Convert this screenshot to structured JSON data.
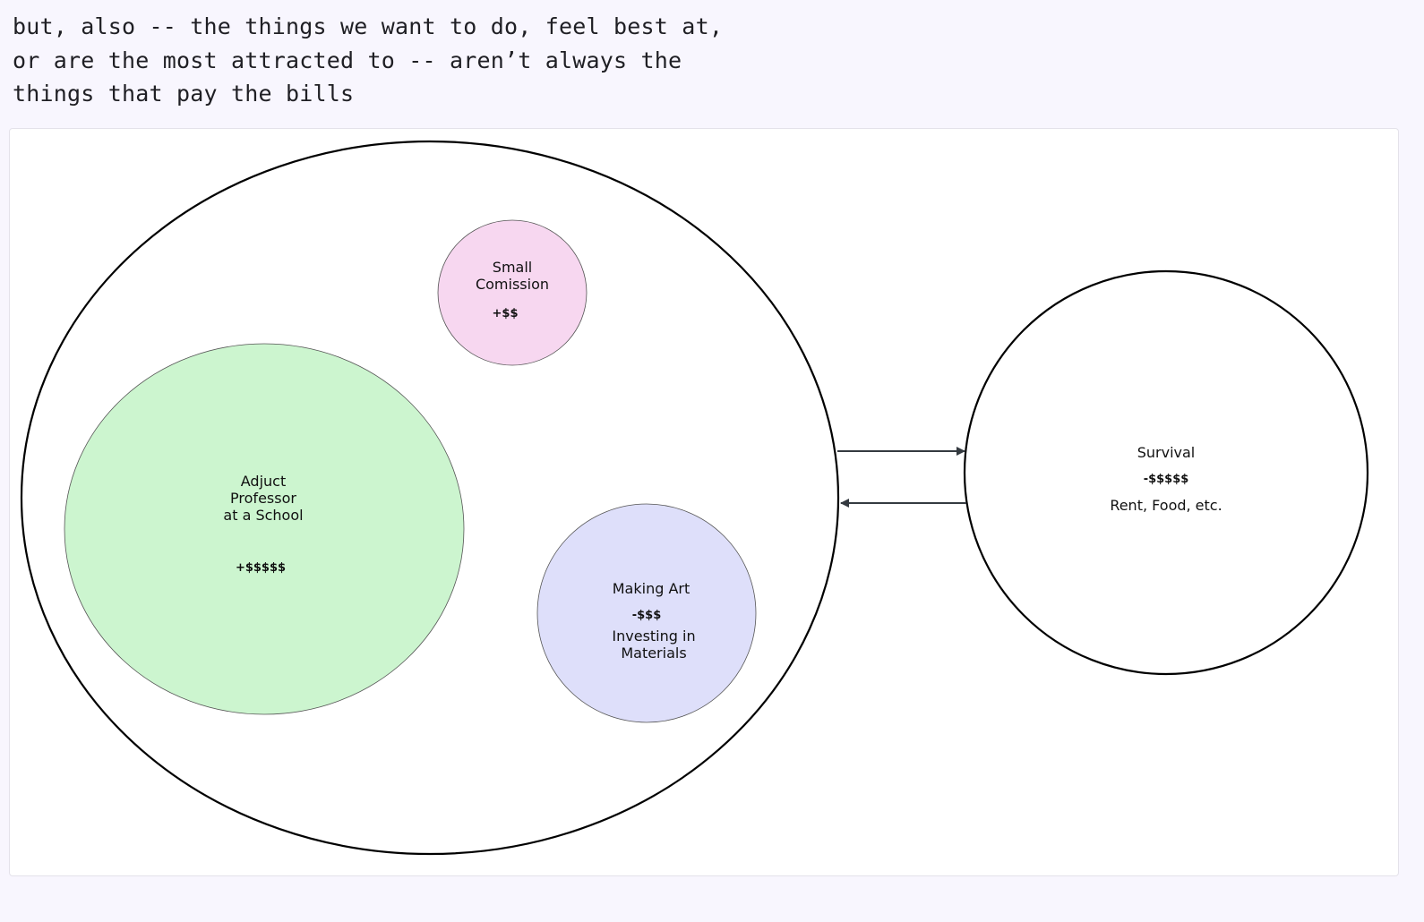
{
  "intro": {
    "lines": [
      "but, also -- the things we want to do, feel best at,",
      "or are the most attracted to -- aren’t always the",
      "things that pay the bills"
    ]
  },
  "diagram": {
    "colors": {
      "outline": "#000000",
      "arrow": "#343a40",
      "adjunct_fill": "#ccf5cf",
      "commission_fill": "#f7d7f0",
      "art_fill": "#dedffa",
      "survival_fill": "#ffffff"
    },
    "commission": {
      "label_lines": [
        "Small",
        "Comission"
      ],
      "money": "+$$"
    },
    "adjunct": {
      "label_lines": [
        "Adjuct",
        "Professor",
        "at a School"
      ],
      "money": "+$$$$$"
    },
    "art": {
      "title": "Making Art",
      "money": "-$$$",
      "detail_lines": [
        "Investing in",
        "Materials"
      ]
    },
    "survival": {
      "title": "Survival",
      "money": "-$$$$$",
      "detail": "Rent, Food, etc."
    }
  }
}
